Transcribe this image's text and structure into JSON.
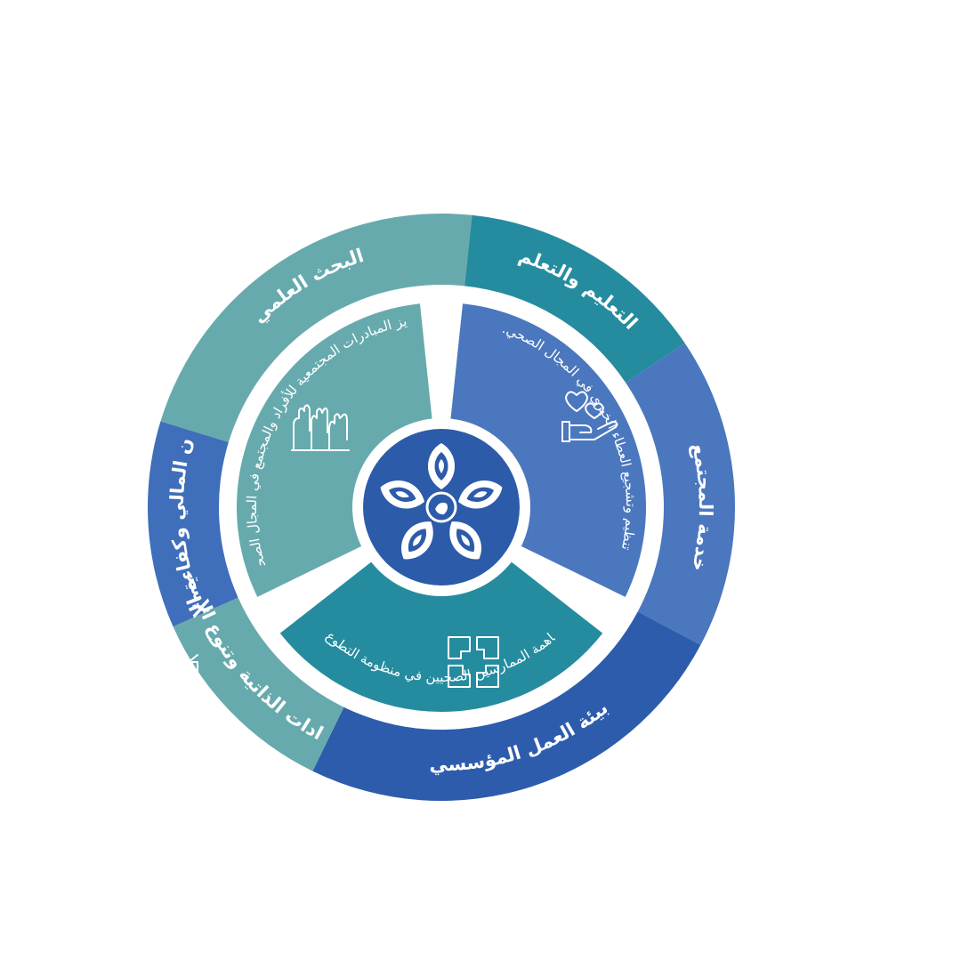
{
  "outer_ring": [
    {
      "label": "البحث العلمي",
      "color": "#67AAAD",
      "icon": "research-icon"
    },
    {
      "label": "التعليم والتعلم",
      "color": "#258C9F",
      "icon": "education-icon"
    },
    {
      "label": "خدمة المجتمع",
      "color": "#4B77BE",
      "icon": "community-icon"
    },
    {
      "label": "بيئة العمل المؤسسي",
      "color": "#2E5CAD",
      "icon": "institution-icon"
    },
    {
      "label": "الإيرادات الذاتية وتنوع الإستثمار",
      "color": "#67AAAD",
      "icon": "growth-chart-icon"
    },
    {
      "label": "التوازن المالي وكفاءة الإنفاق",
      "color": "#3F6FBA",
      "icon": "coins-icon"
    }
  ],
  "inner_segments": [
    {
      "text": "تعزيز المبادرات المجتمعية للأفراد والمجتمع في المجال الصحي.",
      "color": "#67AAAD",
      "icon": "raised-hands-icon"
    },
    {
      "text": "تنظيم وتشجيع العطاء الخيري في المجال الصحي.",
      "color": "#4B77BE",
      "icon": "giving-hand-heart-icon"
    },
    {
      "text": "زيادة مساهمة الممارسين الصحيين في منظومة التطوع الصحي.",
      "color": "#258C9F",
      "icon": "joined-hands-icon"
    }
  ],
  "center": {
    "color": "#2C5BA9",
    "icon": "star-flower-logo-icon"
  }
}
